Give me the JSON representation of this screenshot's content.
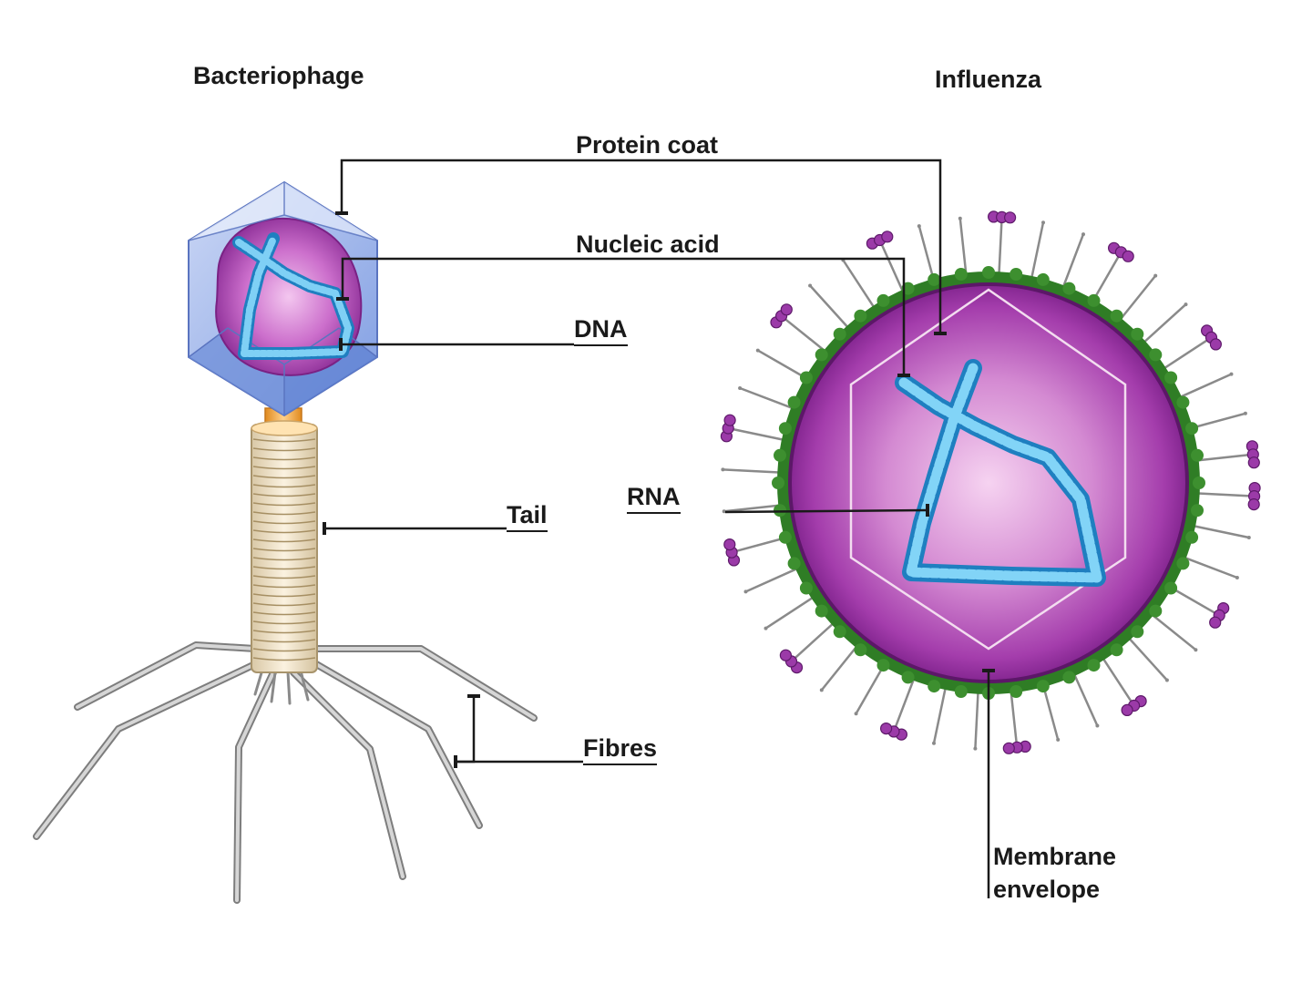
{
  "titles": {
    "bacteriophage": "Bacteriophage",
    "influenza": "Influenza"
  },
  "labels": {
    "protein_coat": "Protein coat",
    "nucleic_acid": "Nucleic acid",
    "dna": "DNA",
    "rna": "RNA",
    "tail": "Tail",
    "fibres": "Fibres",
    "membrane_line1": "Membrane",
    "membrane_line2": "envelope"
  },
  "colors": {
    "capsid_blue": "#8aa6e6",
    "capsid_edge": "#5a74c0",
    "core_purple": "#a43dac",
    "core_light": "#e4a6e0",
    "nucleic_blue": "#3aa0d8",
    "envelope_green": "#2e7d23",
    "spike_purple": "#7a2a8a",
    "tail_beige": "#efe2c8",
    "collar_orange": "#f3a23a",
    "fibre_grey": "#9a9a9a",
    "line_black": "#1a1a1a"
  }
}
